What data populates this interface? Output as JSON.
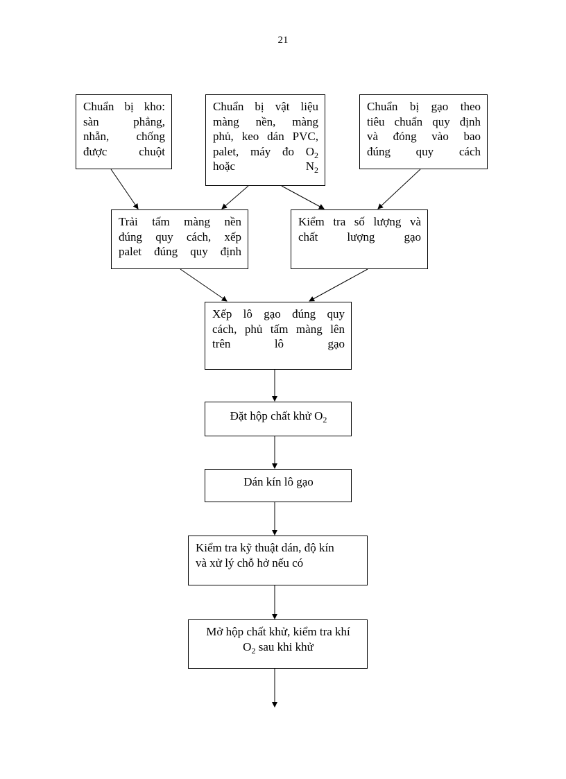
{
  "page_number": "21",
  "boxes": {
    "prep_warehouse": {
      "lines": [
        "Chuẩn bị kho:",
        "sàn phẳng,",
        "nhẵn, chống",
        "được chuột"
      ]
    },
    "prep_materials": {
      "lines": [
        "Chuẩn bị vật liệu",
        "màng nền, màng",
        "phủ, keo dán PVC,",
        "palet, máy đo O",
        "hoặc N"
      ],
      "subscript": "2"
    },
    "prep_rice": {
      "lines": [
        "Chuẩn bị gạo theo",
        "tiêu chuẩn quy định",
        "và đóng vào bao",
        "đúng quy cách"
      ]
    },
    "spread_film": {
      "lines": [
        "Trải tấm màng nền",
        "đúng quy cách, xếp",
        "palet đúng quy định"
      ]
    },
    "check_rice": {
      "lines": [
        "Kiểm tra số lượng và",
        "chất lượng gạo"
      ]
    },
    "stack_rice": {
      "lines": [
        "Xếp lô gạo đúng quy",
        "cách, phủ tấm màng lên",
        "trên lô gạo"
      ]
    },
    "place_box": {
      "text": "Đặt hộp chất khử O",
      "subscript": "2"
    },
    "seal": {
      "text": "Dán kín lô gạo"
    },
    "check_seal": {
      "lines": [
        "Kiểm tra kỹ thuật dán, độ kín",
        "và xử lý chỗ hở nếu có"
      ]
    },
    "open_box": {
      "line1": "Mở hộp chất khử, kiểm tra khí",
      "line2_prefix": "O",
      "subscript": "2",
      "line2_suffix": " sau khi khử"
    }
  }
}
